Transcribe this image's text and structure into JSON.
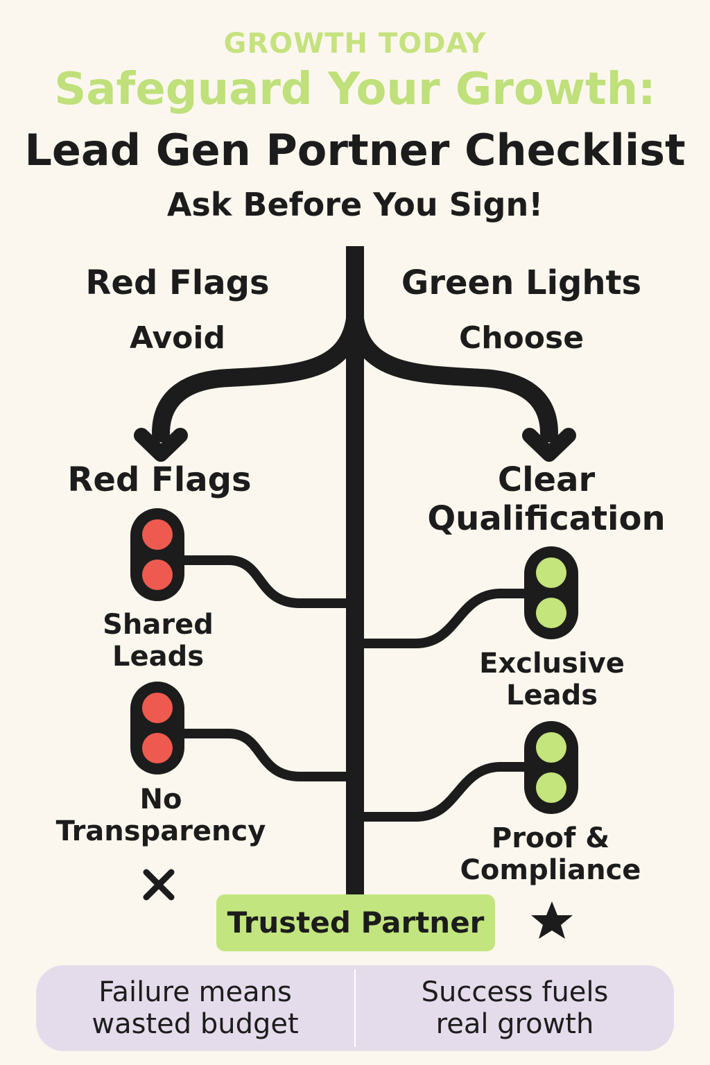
{
  "header": {
    "kicker": "GROWTH TODAY",
    "title_line1": "Safeguard Your Growth:",
    "title_line2": "Lead Gen Portner Checklist",
    "tagline": "Ask Before You Sign!"
  },
  "left_column": {
    "heading": "Red Flags",
    "subheading": "Avoid",
    "section_label": "Red Flags",
    "items": [
      {
        "label_line1": "Shared",
        "label_line2": "Leads"
      },
      {
        "label_line1": "No",
        "label_line2": "Transparency"
      }
    ],
    "end_icon": "x-mark-icon"
  },
  "right_column": {
    "heading": "Green Lights",
    "subheading": "Choose",
    "section_label_line1": "Clear",
    "section_label_line2": "Qualification",
    "items": [
      {
        "label_line1": "Exclusive",
        "label_line2": "Leads"
      },
      {
        "label_line1": "Proof &",
        "label_line2": "Compliance"
      }
    ],
    "end_icon": "star-icon"
  },
  "result_badge": "Trusted Partner",
  "footer": {
    "left_line1": "Failure means",
    "left_line2": "wasted budget",
    "right_line1": "Success fuels",
    "right_line2": "real growth"
  },
  "colors": {
    "red_light": "#ef5a50",
    "green_light": "#c4e47c",
    "accent_green": "#c2e57f",
    "footer_bg": "#e4dceb",
    "background": "#fbf7ee"
  }
}
